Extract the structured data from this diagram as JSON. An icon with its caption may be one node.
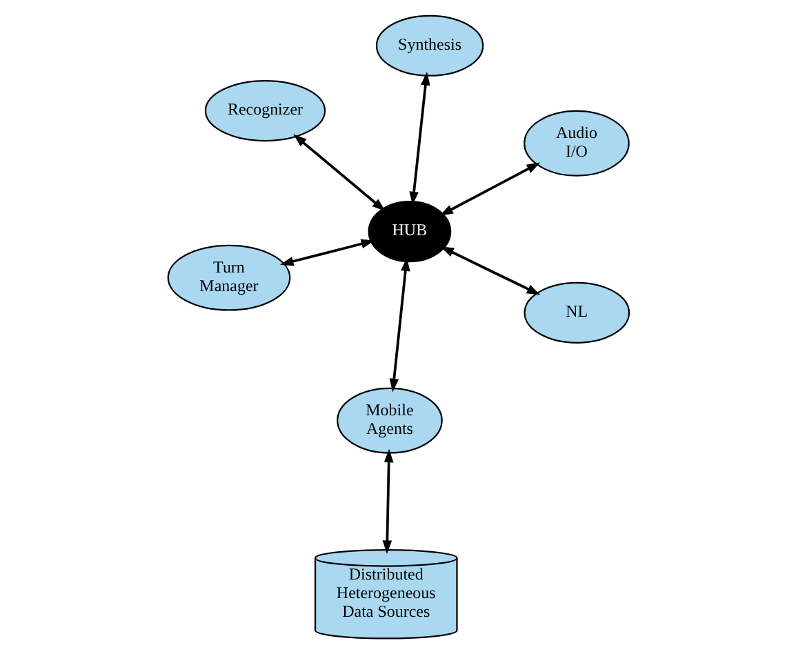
{
  "diagram": {
    "nodes": [
      {
        "text": [
          "Recognizer"
        ]
      },
      {
        "text": [
          "Audio I/O"
        ]
      },
      {
        "text": [
          "NL"
        ]
      },
      {
        "text": [
          "HUB"
        ]
      },
      {
        "text": [
          "Synthesis"
        ]
      },
      {
        "text": [
          "Turn Manager"
        ]
      },
      {
        "text": [
          "Mobile Agents"
        ]
      },
      {
        "text": [
          "Distributed Heterogeneous Data Sources"
        ]
      }
    ],
    "edges": [
      {
        "from": 3,
        "to": 0,
        "arrow": "both"
      },
      {
        "from": 3,
        "to": 1,
        "arrow": "both"
      },
      {
        "from": 3,
        "to": 2,
        "arrow": "both"
      },
      {
        "from": 3,
        "to": 4,
        "arrow": "both"
      },
      {
        "from": 3,
        "to": 5,
        "arrow": "both"
      },
      {
        "from": 3,
        "to": 6,
        "arrow": "both"
      },
      {
        "from": 6,
        "to": 7,
        "arrow": "both"
      }
    ]
  }
}
